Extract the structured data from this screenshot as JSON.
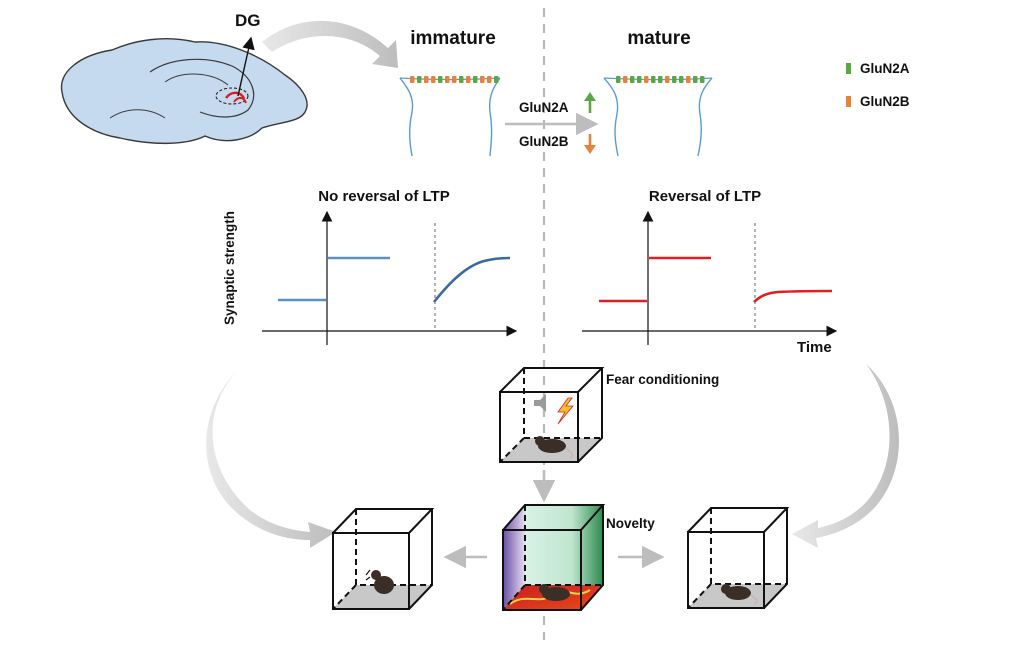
{
  "labels": {
    "dg": "DG",
    "immature": "immature",
    "mature": "mature",
    "glun2a_change": "GluN2A",
    "glun2b_change": "GluN2B",
    "no_reversal": "No reversal of LTP",
    "reversal": "Reversal of LTP",
    "y_axis": "Synaptic strength",
    "x_axis": "Time",
    "fear": "Fear conditioning",
    "novelty": "Novelty"
  },
  "legend": [
    {
      "label": "GluN2A",
      "color": "#5aa845"
    },
    {
      "label": "GluN2B",
      "color": "#e8823a"
    }
  ],
  "colors": {
    "brain_fill": "#c5d9ef",
    "brain_stroke": "#3a3a3a",
    "spine": "#5b9bd5",
    "curve_blue": "#5b8fc7",
    "curve_blue_dark": "#3a6a9e",
    "curve_red": "#e02020",
    "arrow_up": "#5aa845",
    "arrow_down": "#e8823a",
    "divider": "#b8b8b8",
    "gray_arrow": "#c8c8c8"
  },
  "icons": {
    "brain": "brain-icon",
    "mouse": "mouse-icon",
    "shock": "lightning-icon",
    "speaker": "speaker-icon",
    "cage": "cage-icon"
  }
}
